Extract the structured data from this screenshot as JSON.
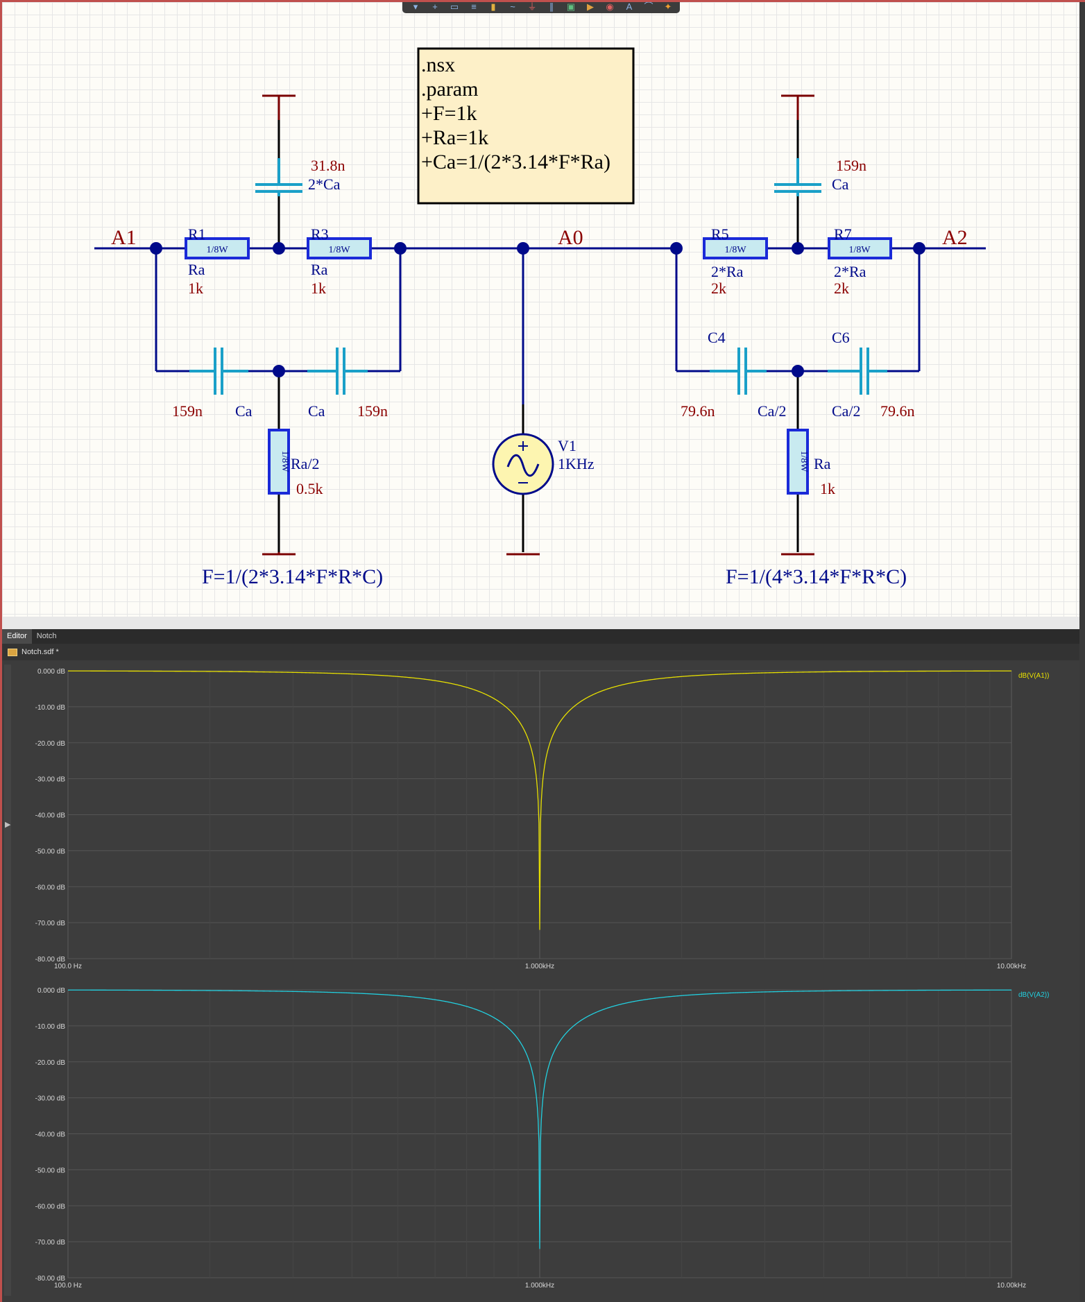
{
  "colors": {
    "wire": "#000a8a",
    "cap": "#1aa0c8",
    "power": "#7a0000",
    "label_red": "#8b0000",
    "label_blue": "#000a8a",
    "trace1": "#e8e000",
    "trace2": "#22d0e0"
  },
  "toolbar": {
    "icons": [
      "filter-icon",
      "plus-icon",
      "select-rect-icon",
      "align-icon",
      "component-icon",
      "wire-icon",
      "ground-icon",
      "bus-icon",
      "net-label-icon",
      "port-icon",
      "probe-icon",
      "text-icon",
      "arc-icon",
      "power-icon"
    ]
  },
  "schematic": {
    "note": {
      "lines": [
        ".nsx",
        ".param",
        "+F=1k",
        "+Ra=1k",
        "+Ca=1/(2*3.14*F*Ra)"
      ]
    },
    "nets": {
      "a1": "A1",
      "a0": "A0",
      "a2": "A2"
    },
    "resistors": {
      "r1": {
        "ref": "R1",
        "type": "1/8W",
        "param": "Ra",
        "value": "1k"
      },
      "r3": {
        "ref": "R3",
        "type": "1/8W",
        "param": "Ra",
        "value": "1k"
      },
      "r_left": {
        "type": "1/8W",
        "param": "Ra/2",
        "value": "0.5k"
      },
      "r5": {
        "ref": "R5",
        "type": "1/8W",
        "param": "2*Ra",
        "value": "2k"
      },
      "r7": {
        "ref": "R7",
        "type": "1/8W",
        "param": "2*Ra",
        "value": "2k"
      },
      "r_right": {
        "type": "1/8W",
        "param": "Ra",
        "value": "1k"
      }
    },
    "capacitors": {
      "c_top_left": {
        "value": "31.8n",
        "param": "2*Ca"
      },
      "c_top_right": {
        "value": "159n",
        "param": "Ca"
      },
      "c_bot_l1": {
        "value": "159n",
        "param": "Ca"
      },
      "c_bot_l2": {
        "value": "159n",
        "param": "Ca"
      },
      "c4": {
        "ref": "C4",
        "value": "79.6n",
        "param": "Ca/2"
      },
      "c6": {
        "ref": "C6",
        "value": "79.6n",
        "param": "Ca/2"
      }
    },
    "source": {
      "ref": "V1",
      "value": "1KHz"
    },
    "formula_left": "F=1/(2*3.14*F*R*C)",
    "formula_right": "F=1/(4*3.14*F*R*C)"
  },
  "tabs": [
    "Editor",
    "Notch"
  ],
  "file": {
    "name": "Notch.sdf *"
  },
  "chart_data": [
    {
      "type": "line",
      "series": [
        {
          "name": "dB(V(A1))",
          "x": [
            100,
            200,
            400,
            600,
            800,
            900,
            950,
            980,
            990,
            995,
            998,
            1000,
            1002,
            1005,
            1010,
            1020,
            1050,
            1111,
            1250,
            1667,
            2500,
            5000,
            10000
          ],
          "y": [
            -0.14,
            -0.6,
            -2.6,
            -6.2,
            -13.1,
            -19.5,
            -25.7,
            -33.7,
            -39.8,
            -45.8,
            -53.8,
            -72.0,
            -53.8,
            -45.8,
            -39.8,
            -33.7,
            -25.7,
            -19.5,
            -13.1,
            -6.2,
            -2.6,
            -0.6,
            -0.14
          ]
        }
      ],
      "xscale": "log",
      "xlim": [
        100,
        10000
      ],
      "ylim": [
        -80,
        0
      ],
      "xticks": [
        "100.0 Hz",
        "1.000kHz",
        "10.00kHz"
      ],
      "yticks": [
        "0.000 dB",
        "-10.00 dB",
        "-20.00 dB",
        "-30.00 dB",
        "-40.00 dB",
        "-50.00 dB",
        "-60.00 dB",
        "-70.00 dB",
        "-80.00 dB"
      ],
      "grid": true,
      "legend": "top-right"
    },
    {
      "type": "line",
      "series": [
        {
          "name": "dB(V(A2))",
          "x": [
            100,
            200,
            400,
            600,
            800,
            900,
            950,
            980,
            990,
            995,
            998,
            1000,
            1002,
            1005,
            1010,
            1020,
            1050,
            1111,
            1250,
            1667,
            2500,
            5000,
            10000
          ],
          "y": [
            -0.14,
            -0.6,
            -2.6,
            -6.2,
            -13.1,
            -19.5,
            -25.7,
            -33.7,
            -39.8,
            -45.8,
            -53.8,
            -72.0,
            -53.8,
            -45.8,
            -39.8,
            -33.7,
            -25.7,
            -19.5,
            -13.1,
            -6.2,
            -2.6,
            -0.6,
            -0.14
          ]
        }
      ],
      "xscale": "log",
      "xlim": [
        100,
        10000
      ],
      "ylim": [
        -80,
        0
      ],
      "xticks": [
        "100.0 Hz",
        "1.000kHz",
        "10.00kHz"
      ],
      "yticks": [
        "0.000 dB",
        "-10.00 dB",
        "-20.00 dB",
        "-30.00 dB",
        "-40.00 dB",
        "-50.00 dB",
        "-60.00 dB",
        "-70.00 dB",
        "-80.00 dB"
      ],
      "grid": true,
      "legend": "top-right"
    }
  ]
}
